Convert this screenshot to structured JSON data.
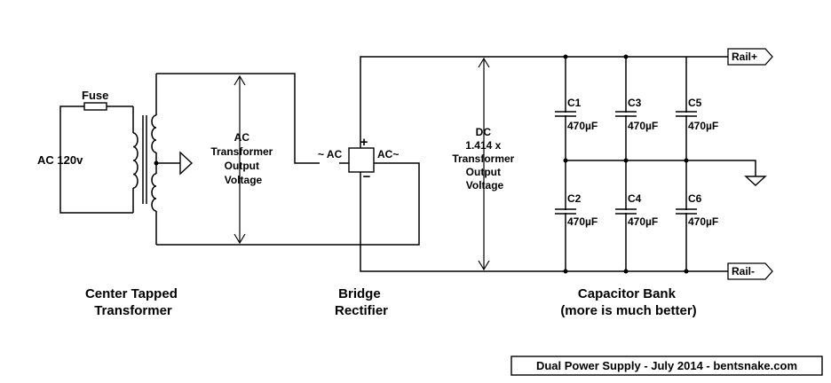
{
  "labels": {
    "fuse": "Fuse",
    "ac_input": "AC 120v",
    "ac_output": [
      "AC",
      "Transformer",
      "Output",
      "Voltage"
    ],
    "ac_left": "~ AC",
    "ac_right": "AC~",
    "plus": "+",
    "minus": "−",
    "dc_output": [
      "DC",
      "1.414 x",
      "Transformer",
      "Output",
      "Voltage"
    ],
    "rail_plus": "Rail+",
    "rail_minus": "Rail-"
  },
  "capacitors": [
    {
      "name": "C1",
      "value": "470µF"
    },
    {
      "name": "C3",
      "value": "470µF"
    },
    {
      "name": "C5",
      "value": "470µF"
    },
    {
      "name": "C2",
      "value": "470µF"
    },
    {
      "name": "C4",
      "value": "470µF"
    },
    {
      "name": "C6",
      "value": "470µF"
    }
  ],
  "sections": {
    "transformer": [
      "Center Tapped",
      "Transformer"
    ],
    "rectifier": [
      "Bridge",
      "Rectifier"
    ],
    "capacitor_bank": [
      "Capacitor Bank",
      "(more is much better)"
    ]
  },
  "footer": "Dual Power Supply - July 2014 - bentsnake.com"
}
